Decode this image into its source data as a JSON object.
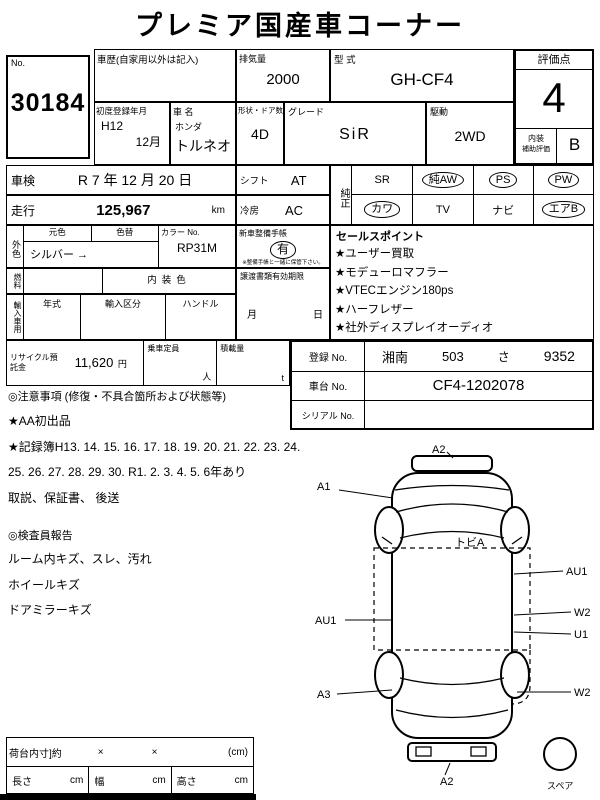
{
  "title": "プレミア国産車コーナー",
  "lot": {
    "label": "No.",
    "number": "30184"
  },
  "head": {
    "history_label": "車歴(自家用以外は記入)",
    "displacement_label": "排気量",
    "displacement": "2000",
    "model_code_label": "型 式",
    "model_code": "GH-CF4",
    "first_reg_label": "初度登録年月",
    "first_reg_year": "H12",
    "first_reg_month": "12月",
    "car_name_label": "車 名",
    "maker": "ホンダ",
    "car_name": "トルネオ",
    "body_label": "形状・ドア数",
    "body": "4D",
    "grade_label": "グレード",
    "grade": "SiR",
    "drive_label": "駆動",
    "drive": "2WD"
  },
  "score": {
    "label": "評価点",
    "value": "4",
    "interior_label": "内装",
    "interior_sub_label": "補助評価",
    "interior_grade": "B"
  },
  "inspection": {
    "label": "車検",
    "value": "R 7 年 12 月 20 日"
  },
  "mileage": {
    "label": "走行",
    "value": "125,967",
    "unit": "km"
  },
  "shift": {
    "label": "シフト",
    "value": "AT"
  },
  "ac": {
    "label": "冷房",
    "value": "AC"
  },
  "equipment": {
    "label": "純正",
    "row1": [
      {
        "text": "SR",
        "circled": false
      },
      {
        "text": "純AW",
        "circled": true
      },
      {
        "text": "PS",
        "circled": true
      },
      {
        "text": "PW",
        "circled": true
      }
    ],
    "row2": [
      {
        "text": "カワ",
        "circled": true
      },
      {
        "text": "TV",
        "circled": false
      },
      {
        "text": "ナビ",
        "circled": false
      },
      {
        "text": "エアB",
        "circled": true
      }
    ]
  },
  "sales": {
    "header": "セールスポイント",
    "items": [
      "★ユーザー買取",
      "★モデューロマフラー",
      "★VTECエンジン180ps",
      "★ハーフレザー",
      "★社外ディスプレイオーディオ"
    ]
  },
  "color": {
    "section_label": "外色",
    "base_label": "元色",
    "base_value": "シルバー →",
    "change_label": "色替",
    "color_no_label": "カラー No.",
    "color_no": "RP31M"
  },
  "fuel": {
    "label": "燃料",
    "interior_color_label": "内装色"
  },
  "import": {
    "section_label": "輸入車用",
    "year_label": "年式",
    "class_label": "輸入区分",
    "handle_label": "ハンドル"
  },
  "service_book": {
    "label": "新車整備手帳",
    "value": "有",
    "note": "※整備手帳と一緒に保管下さい。"
  },
  "transfer": {
    "label": "譲渡書類有効期限",
    "month_label": "月",
    "day_label": "日"
  },
  "recycle": {
    "label": "リサイクル預託金",
    "amount": "11,620",
    "unit": "円",
    "capacity_label": "乗車定員",
    "capacity_unit": "人",
    "load_label": "積載量",
    "load_unit": "t"
  },
  "registration": {
    "plate_label": "登録 No.",
    "plate_region": "湘南",
    "plate_class": "503",
    "plate_kana": "さ",
    "plate_number": "9352",
    "chassis_label": "車台 No.",
    "chassis_no": "CF4-1202078",
    "serial_label": "シリアル No.",
    "serial_no": ""
  },
  "notes": {
    "header": "◎注意事項 (修復・不具合箇所および状態等)",
    "lines": [
      "★AA初出品",
      "★記録簿H13. 14. 15. 16. 17. 18. 19. 20. 21. 22. 23. 24.",
      "25. 26. 27. 28. 29. 30. R1. 2. 3. 4. 5. 6年あり",
      "取説、保証書、 後送"
    ],
    "inspector_header": "◎検査員報告",
    "inspector_lines": [
      "ルーム内キズ、スレ、汚れ",
      "ホイールキズ",
      "ドアミラーキズ"
    ]
  },
  "cargo": {
    "label": "荷台内寸]約",
    "x1": "×",
    "x2": "×",
    "unit": "(cm)",
    "length_label": "長さ",
    "length_unit": "cm",
    "width_label": "幅",
    "width_unit": "cm",
    "height_label": "高さ",
    "height_unit": "cm"
  },
  "diagram": {
    "labels": {
      "front": "A2",
      "front_left": "A1",
      "cabin": "トビA",
      "right_upper": "AU1",
      "left_mid": "AU1",
      "right_w2": "W2",
      "right_u1": "U1",
      "left_rear": "A3",
      "right_rear": "W2",
      "rear": "A2",
      "spare": "スペア"
    }
  }
}
